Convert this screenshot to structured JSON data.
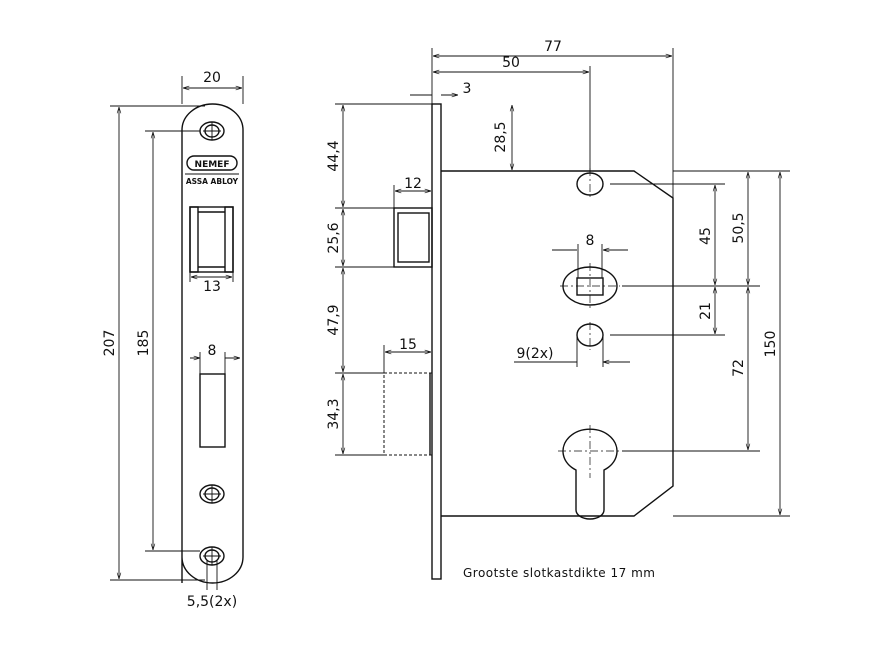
{
  "brand": {
    "logo": "NEMEF",
    "sub": "ASSA ABLOY"
  },
  "front_view": {
    "width": "20",
    "height_total": "207",
    "screw_distance": "185",
    "latch_width": "13",
    "bolt_width": "8",
    "screw_hole": "5,5(2x)"
  },
  "side_view": {
    "total_depth": "77",
    "backset": "50",
    "forend_thickness": "3",
    "top_offset": "28,5",
    "latch_offset": "44,4",
    "latch_height": "25,6",
    "latch_to_bolt": "47,9",
    "bolt_height": "34,3",
    "latch_projection": "12",
    "bolt_projection": "15",
    "follower_square": "8",
    "fixing_holes": "9(2x)",
    "dim_45": "45",
    "dim_50_5": "50,5",
    "dim_21": "21",
    "dim_72": "72",
    "case_height": "150"
  },
  "note": "Grootste slotkastdikte 17 mm"
}
